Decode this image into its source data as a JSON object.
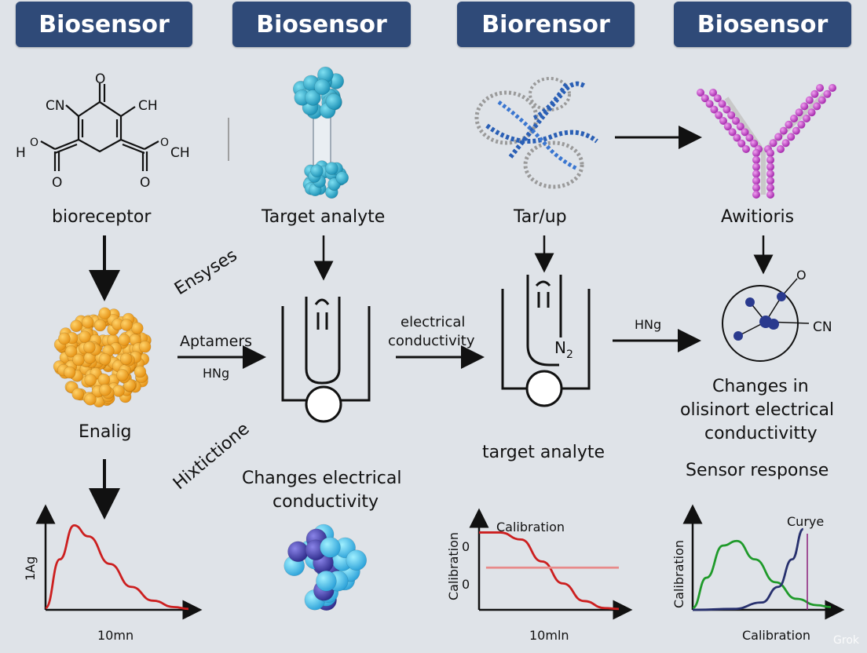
{
  "headers": [
    "Biosensor",
    "Biosensor",
    "Biorensor",
    "Biosensor"
  ],
  "chem": {
    "o_top": "O",
    "cn": "CN",
    "ch": "CH",
    "h": "H",
    "o_left": "O",
    "o_left_bottom": "O",
    "o_right": "O",
    "ch_right": "CH",
    "o_right_bottom": "O"
  },
  "labels": {
    "bioreceptor": "bioreceptor",
    "target_analyte_top": "Target analyte",
    "tarup": "Tar/up",
    "awitioris": "Awitioris",
    "ensyses": "Ensyses",
    "aptamers": "Aptamers",
    "hng_1": "HNg",
    "electrical": "electrical",
    "conductivity": "conductivity",
    "hng_2": "HNg",
    "n2": "N",
    "n2_sub": "2",
    "o_circle": "O",
    "cn_circle": "CN",
    "enalig": "Enalig",
    "hixtictione": "Hixtictione",
    "changes_electrical_1": "Changes electrical",
    "changes_electrical_2": "conductivity",
    "target_analyte_bottom": "target analyte",
    "changes_in_1": "Changes in",
    "changes_in_2": "olisinort electrical",
    "changes_in_3": "conductivitty",
    "sensor_response": "Sensor response"
  },
  "chart_data": [
    {
      "type": "line",
      "title": "",
      "xlabel": "10mn",
      "ylabel": "1Ag",
      "series": [
        {
          "values": [
            [
              0,
              0.02
            ],
            [
              0.1,
              0.55
            ],
            [
              0.2,
              0.92
            ],
            [
              0.3,
              0.8
            ],
            [
              0.45,
              0.5
            ],
            [
              0.6,
              0.25
            ],
            [
              0.75,
              0.1
            ],
            [
              0.9,
              0.03
            ],
            [
              1,
              0.01
            ]
          ]
        }
      ],
      "colors": [
        "#cc1f1f"
      ]
    },
    {
      "type": "line",
      "title": "Calibration",
      "xlabel": "10mln",
      "ylabel": "Calibration",
      "yticks": [
        "0",
        "0"
      ],
      "series": [
        {
          "values": [
            [
              0,
              0.88
            ],
            [
              0.15,
              0.88
            ],
            [
              0.3,
              0.8
            ],
            [
              0.45,
              0.55
            ],
            [
              0.6,
              0.3
            ],
            [
              0.75,
              0.1
            ],
            [
              0.9,
              0.02
            ],
            [
              1,
              0.01
            ]
          ]
        },
        {
          "values": [
            [
              0.05,
              0.48
            ],
            [
              1,
              0.48
            ]
          ]
        }
      ],
      "colors": [
        "#cc1f1f",
        "#e88a8a"
      ]
    },
    {
      "type": "line",
      "title": "Curye",
      "xlabel": "Calibration",
      "ylabel": "Calibration",
      "series": [
        {
          "values": [
            [
              0,
              0.02
            ],
            [
              0.1,
              0.35
            ],
            [
              0.22,
              0.7
            ],
            [
              0.32,
              0.75
            ],
            [
              0.45,
              0.55
            ],
            [
              0.6,
              0.3
            ],
            [
              0.75,
              0.12
            ],
            [
              0.9,
              0.05
            ],
            [
              1,
              0.03
            ]
          ]
        },
        {
          "values": [
            [
              0,
              0.0
            ],
            [
              0.3,
              0.01
            ],
            [
              0.5,
              0.08
            ],
            [
              0.62,
              0.25
            ],
            [
              0.72,
              0.55
            ],
            [
              0.8,
              0.88
            ]
          ]
        }
      ],
      "colors": [
        "#1f9a2a",
        "#27306e"
      ]
    }
  ],
  "watermark": "Grok"
}
